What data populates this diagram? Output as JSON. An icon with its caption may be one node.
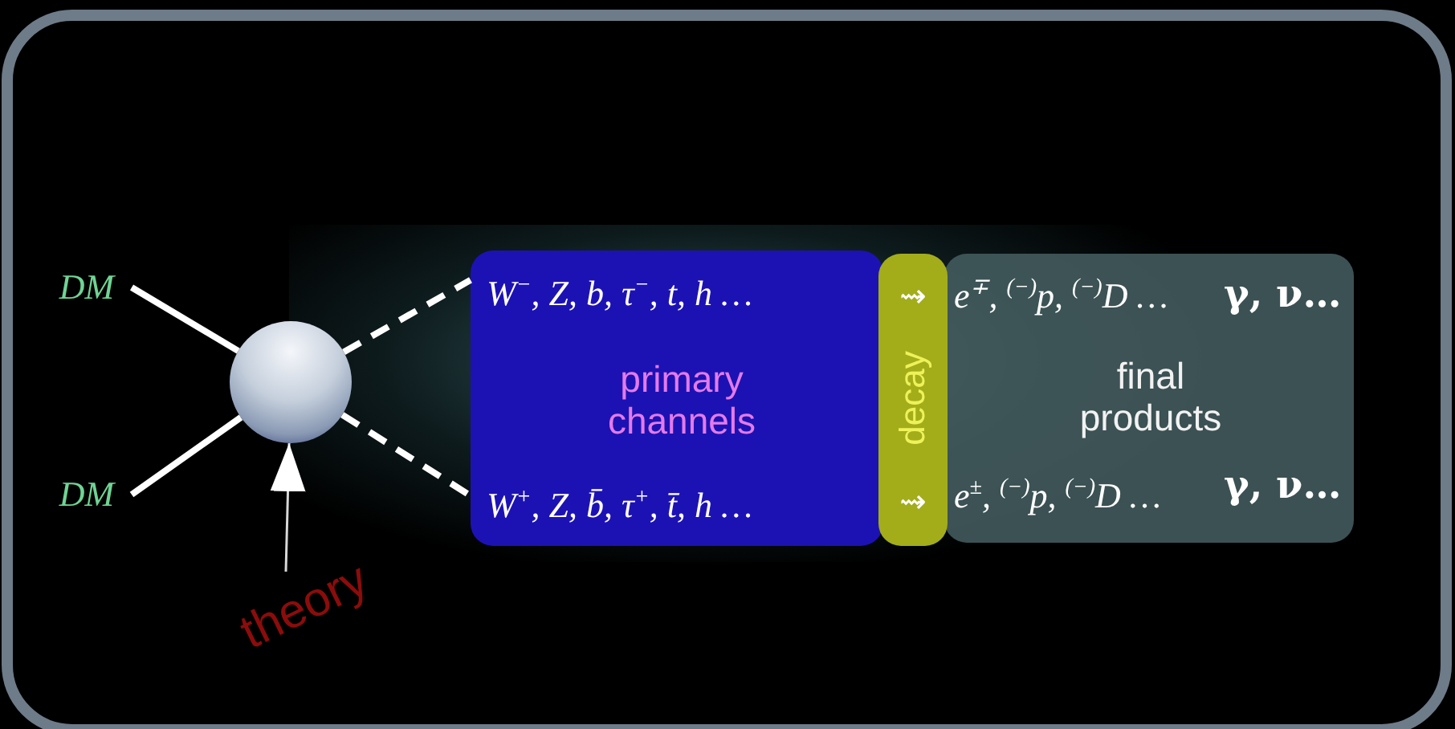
{
  "diagram": {
    "nodes": [
      {
        "text": [
          "DM"
        ]
      },
      {
        "text": [
          "DM"
        ]
      },
      {
        "text": [],
        "shape": "circle"
      },
      {
        "text": [
          "W$^{−}$, Z, b, τ$^{−}$, t, h …",
          "primary channels",
          "W$^{+}$, Z, b̄, τ$^{+}$, t̄, h …"
        ]
      },
      {
        "text": [
          "⇝",
          "decay",
          "⇝"
        ]
      },
      {
        "text": [
          "e$^{∓}$, $^{(−)}$p, $^{(−)}$D …",
          "final products",
          "e$^{±}$, $^{(−)}$p, $^{(−)}$D …"
        ]
      },
      {
        "text": [
          "theory"
        ]
      }
    ],
    "edges": [
      {
        "from": 0,
        "to": 2,
        "arrow": "none"
      },
      {
        "from": 1,
        "to": 2,
        "arrow": "none"
      },
      {
        "from": 2,
        "to": 3,
        "arrow": "none",
        "style": "dashed"
      },
      {
        "from": 2,
        "to": 3,
        "arrow": "none",
        "style": "dashed"
      },
      {
        "from": 6,
        "to": 2,
        "arrow": "to"
      }
    ],
    "labels": [
      "γ, ν…",
      "γ, ν…"
    ]
  }
}
